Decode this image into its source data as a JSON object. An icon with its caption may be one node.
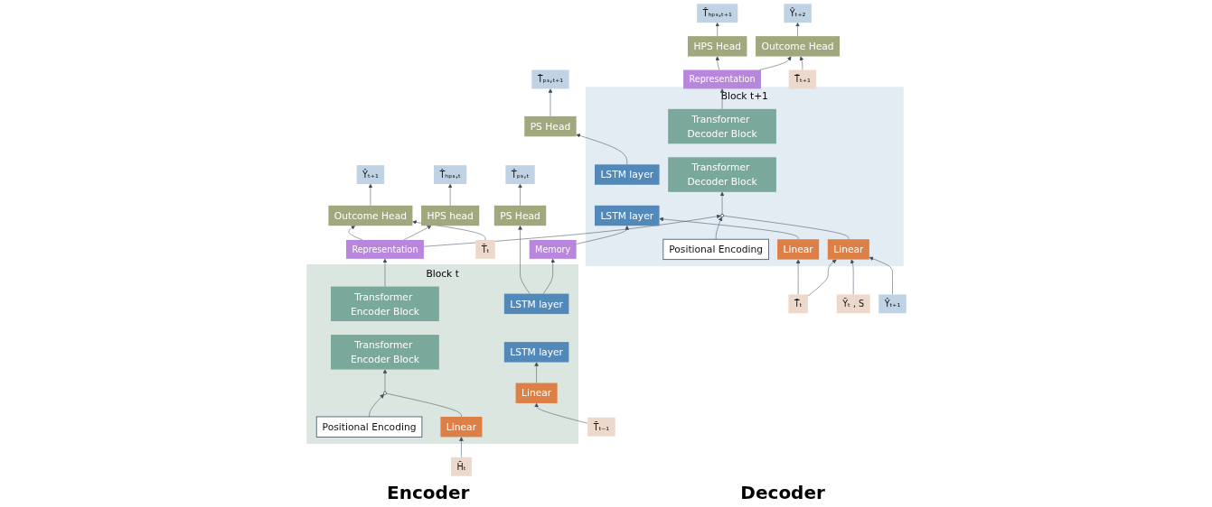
{
  "diagram": {
    "nodes": [
      {
        "text": [
          "Ŷₜ₊₁"
        ]
      },
      {
        "text": [
          "T̂ₕₚₛ,ₜ"
        ]
      },
      {
        "text": [
          "T̂ₚₛ,ₜ"
        ]
      },
      {
        "text": [
          "T̂ₚₛ,ₜ₊₁"
        ]
      },
      {
        "text": [
          "T̂ₕₚₛ,ₜ₊₁"
        ]
      },
      {
        "text": [
          "Ŷₜ₊₂"
        ]
      },
      {
        "text": [
          "Outcome Head"
        ]
      },
      {
        "text": [
          "HPS head"
        ]
      },
      {
        "text": [
          "PS Head"
        ]
      },
      {
        "text": [
          "PS Head"
        ]
      },
      {
        "text": [
          "HPS Head"
        ]
      },
      {
        "text": [
          "Outcome Head"
        ]
      },
      {
        "text": [
          "Memory"
        ]
      },
      {
        "text": [
          "T̃ₜ"
        ]
      },
      {
        "text": [
          "Representation"
        ]
      },
      {
        "text": [
          "Representation"
        ]
      },
      {
        "text": [
          "T̃ₜ₊₁"
        ]
      },
      {
        "text": [
          "Block t"
        ]
      },
      {
        "text": [
          "Transformer Encoder Block"
        ],
        "in": 17
      },
      {
        "text": [
          "LSTM layer"
        ],
        "in": 17
      },
      {
        "text": [
          "Transformer Encoder Block"
        ],
        "in": 17
      },
      {
        "text": [
          "LSTM layer"
        ],
        "in": 17
      },
      {
        "text": [],
        "shape": "circle",
        "in": 17
      },
      {
        "text": [
          "Positional Encoding"
        ],
        "in": 17
      },
      {
        "text": [
          "Linear"
        ],
        "in": 17
      },
      {
        "text": [
          "Linear"
        ],
        "in": 17
      },
      {
        "text": [
          "Block t+1"
        ]
      },
      {
        "text": [
          "LSTM layer"
        ],
        "in": 26
      },
      {
        "text": [
          "Transformer Decoder Block"
        ],
        "in": 26
      },
      {
        "text": [
          "LSTM layer"
        ],
        "in": 26
      },
      {
        "text": [
          "Transformer Decoder Block"
        ],
        "in": 26
      },
      {
        "text": [],
        "shape": "circle",
        "in": 26
      },
      {
        "text": [
          "Positional Encoding"
        ],
        "in": 26
      },
      {
        "text": [
          "Linear"
        ],
        "in": 26
      },
      {
        "text": [
          "Linear"
        ],
        "in": 26
      },
      {
        "text": [
          "H̄ₜ"
        ]
      },
      {
        "text": [
          "T̄ₜ₋₁"
        ]
      },
      {
        "text": [
          "T̄ₜ"
        ]
      },
      {
        "text": [
          "Ȳₜ , S"
        ]
      },
      {
        "text": [
          "Ŷₜ₊₁"
        ]
      }
    ],
    "edges": [
      {
        "from": 6,
        "to": 0,
        "arrow": "to"
      },
      {
        "from": 7,
        "to": 1,
        "arrow": "to"
      },
      {
        "from": 8,
        "to": 2,
        "arrow": "to"
      },
      {
        "from": 9,
        "to": 3,
        "arrow": "to"
      },
      {
        "from": 10,
        "to": 4,
        "arrow": "to"
      },
      {
        "from": 11,
        "to": 5,
        "arrow": "to"
      },
      {
        "from": 14,
        "to": 6,
        "arrow": "to"
      },
      {
        "from": 14,
        "to": 7,
        "arrow": "to"
      },
      {
        "from": 13,
        "to": 6,
        "arrow": "to"
      },
      {
        "from": 15,
        "to": 10,
        "arrow": "to"
      },
      {
        "from": 15,
        "to": 11,
        "arrow": "to"
      },
      {
        "from": 16,
        "to": 11,
        "arrow": "to"
      },
      {
        "from": 18,
        "to": 14,
        "arrow": "to"
      },
      {
        "from": 19,
        "to": 8,
        "arrow": "to"
      },
      {
        "from": 19,
        "to": 12,
        "arrow": "to"
      },
      {
        "from": 12,
        "to": 29,
        "arrow": "to"
      },
      {
        "from": 14,
        "to": 31,
        "arrow": "to"
      },
      {
        "from": 24,
        "to": 22,
        "arrow": "none"
      },
      {
        "from": 22,
        "to": 20,
        "arrow": "to"
      },
      {
        "from": 23,
        "to": 22,
        "arrow": "to"
      },
      {
        "from": 25,
        "to": 21,
        "arrow": "to"
      },
      {
        "from": 35,
        "to": 24,
        "arrow": "to"
      },
      {
        "from": 36,
        "to": 25,
        "arrow": "to"
      },
      {
        "from": 27,
        "to": 9,
        "arrow": "to"
      },
      {
        "from": 28,
        "to": 15,
        "arrow": "to"
      },
      {
        "from": 33,
        "to": 29,
        "arrow": "to"
      },
      {
        "from": 34,
        "to": 31,
        "arrow": "none"
      },
      {
        "from": 31,
        "to": 30,
        "arrow": "to"
      },
      {
        "from": 32,
        "to": 31,
        "arrow": "to"
      },
      {
        "from": 37,
        "to": 33,
        "arrow": "to"
      },
      {
        "from": 37,
        "to": 34,
        "arrow": "to"
      },
      {
        "from": 38,
        "to": 34,
        "arrow": "to"
      },
      {
        "from": 39,
        "to": 34,
        "arrow": "to"
      }
    ],
    "labels": [
      "Encoder",
      "Decoder"
    ]
  }
}
